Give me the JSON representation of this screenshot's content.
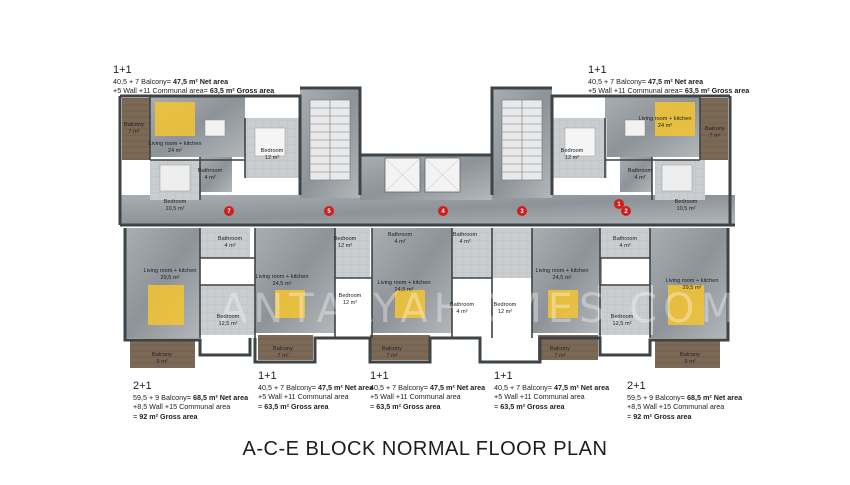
{
  "title": "A-C-E BLOCK NORMAL FLOOR PLAN",
  "watermark": "ANTALYAHOMES.COM",
  "units": {
    "top_left": {
      "type": "1+1",
      "l1": "40,5 + 7 Balcony= ",
      "l1b": "47,5 m² Net area",
      "l2": "+5 Wall +11 Communal area= ",
      "l2b": "63,5 m² Gross area"
    },
    "top_right": {
      "type": "1+1",
      "l1": "40,5 + 7 Balcony= ",
      "l1b": "47,5 m² Net area",
      "l2": "+5 Wall +11 Communal area= ",
      "l2b": "63,5 m² Gross area"
    },
    "bottom_1": {
      "type": "2+1",
      "l1": "59,5 + 9 Balcony= ",
      "l1b": "68,5 m² Net area",
      "l2": "+8,5 Wall +15 Communal area",
      "l3": "= ",
      "l3b": "92 m² Gross area"
    },
    "bottom_2": {
      "type": "1+1",
      "l1": "40,5 + 7 Balcony= ",
      "l1b": "47,5 m² Net area",
      "l2": "+5 Wall +11 Communal area",
      "l3": "= ",
      "l3b": "63,5 m² Gross area"
    },
    "bottom_3": {
      "type": "1+1",
      "l1": "40,5 + 7 Balcony= ",
      "l1b": "47,5 m² Net area",
      "l2": "+5 Wall +11 Communal area",
      "l3": "= ",
      "l3b": "63,5 m² Gross area"
    },
    "bottom_4": {
      "type": "1+1",
      "l1": "40,5 + 7 Balcony= ",
      "l1b": "47,5 m² Net area",
      "l2": "+5 Wall +11 Communal area",
      "l3": "= ",
      "l3b": "63,5 m² Gross area"
    },
    "bottom_5": {
      "type": "2+1",
      "l1": "59,5 + 9 Balcony= ",
      "l1b": "68,5 m² Net area",
      "l2": "+8,5 Wall +15 Communal area",
      "l3": "= ",
      "l3b": "92 m² Gross area"
    }
  },
  "rooms": [
    {
      "n": "Balcony",
      "a": "7 m²"
    },
    {
      "n": "Living room + kitchen",
      "a": "24 m²"
    },
    {
      "n": "Bedroom",
      "a": "12 m²"
    },
    {
      "n": "Bathroom",
      "a": "4 m²"
    },
    {
      "n": "Bedroom",
      "a": "10,5 m²"
    },
    {
      "n": "Bedroom",
      "a": "12 m²"
    },
    {
      "n": "Living room + kitchen",
      "a": "24 m²"
    },
    {
      "n": "Balcony",
      "a": "7 m²"
    },
    {
      "n": "Bathroom",
      "a": "4 m²"
    },
    {
      "n": "Bedroom",
      "a": "10,5 m²"
    },
    {
      "n": "Living room + kitchen",
      "a": "29,5 m²"
    },
    {
      "n": "Bathroom",
      "a": "4 m²"
    },
    {
      "n": "Bedroom",
      "a": "12,5 m²"
    },
    {
      "n": "Balcony",
      "a": "9 m²"
    },
    {
      "n": "Living room + kitchen",
      "a": "24,5 m²"
    },
    {
      "n": "Bedroom",
      "a": "12 m²"
    },
    {
      "n": "Balcony",
      "a": "7 m²"
    },
    {
      "n": "Bathroom",
      "a": "4 m²"
    },
    {
      "n": "Living room + kitchen",
      "a": "24,5 m²"
    },
    {
      "n": "Bathroom",
      "a": "4 m²"
    },
    {
      "n": "Bedroom",
      "a": "12 m²"
    },
    {
      "n": "Balcony",
      "a": "7 m²"
    },
    {
      "n": "Bathroom",
      "a": "4 m²"
    },
    {
      "n": "Bedroom",
      "a": "12 m²"
    },
    {
      "n": "Living room + kitchen",
      "a": "24,5 m²"
    },
    {
      "n": "Balcony",
      "a": "7 m²"
    },
    {
      "n": "Bathroom",
      "a": "4 m²"
    },
    {
      "n": "Bedroom",
      "a": "12,5 m²"
    },
    {
      "n": "Living room + kitchen",
      "a": "29,5 m²"
    },
    {
      "n": "Balcony",
      "a": "9 m²"
    }
  ],
  "markers": [
    "7",
    "5",
    "4",
    "3",
    "1",
    "2"
  ],
  "colors": {
    "wall": "#5a5f63",
    "floor": "#cfd2d5",
    "marble": "#9aa0a5",
    "wood": "#7d6a55",
    "marker": "#d01e1e",
    "furniture": "#f2c22e"
  }
}
